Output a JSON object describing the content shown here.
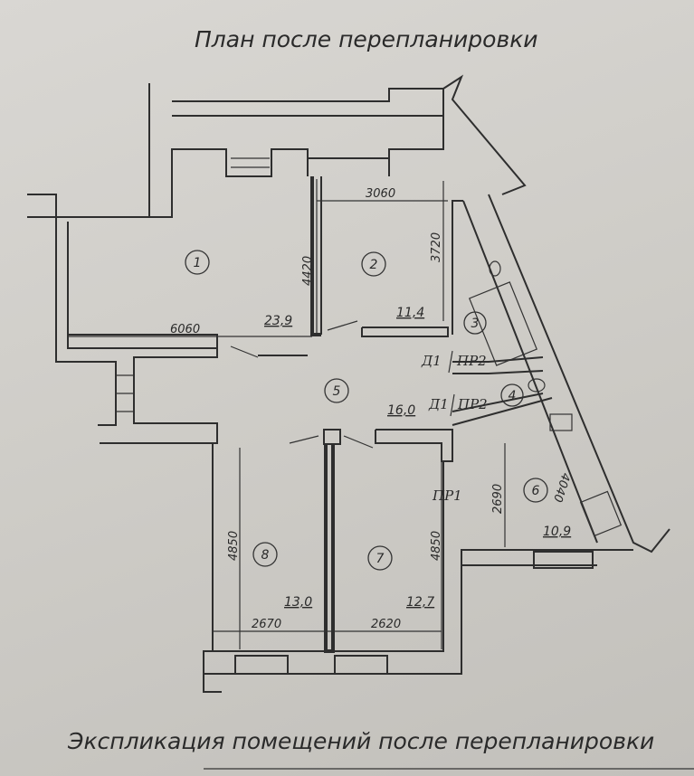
{
  "title": "План после перепланировки",
  "footer_title": "Экспликация помещений после перепланировки",
  "rooms": [
    {
      "number": "1",
      "area": "23,9"
    },
    {
      "number": "2",
      "area": "11,4"
    },
    {
      "number": "3"
    },
    {
      "number": "4"
    },
    {
      "number": "5",
      "area": "16,0"
    },
    {
      "number": "6",
      "area": "10,9"
    },
    {
      "number": "7",
      "area": "12,7"
    },
    {
      "number": "8",
      "area": "13,0"
    }
  ],
  "dimensions": {
    "room1_width": "6060",
    "room1_depth": "4420",
    "room2_width": "3060",
    "room2_depth": "3720",
    "room6_depth": "2690",
    "room6_side": "4040",
    "room7_depth": "4850",
    "room7_width": "2620",
    "room8_depth": "4850",
    "room8_width": "2670"
  },
  "labels": {
    "door_1a": "Д1",
    "opening_2a": "ПР2",
    "door_1b": "Д1",
    "opening_2b": "ПР2",
    "opening_1": "ПР1"
  }
}
